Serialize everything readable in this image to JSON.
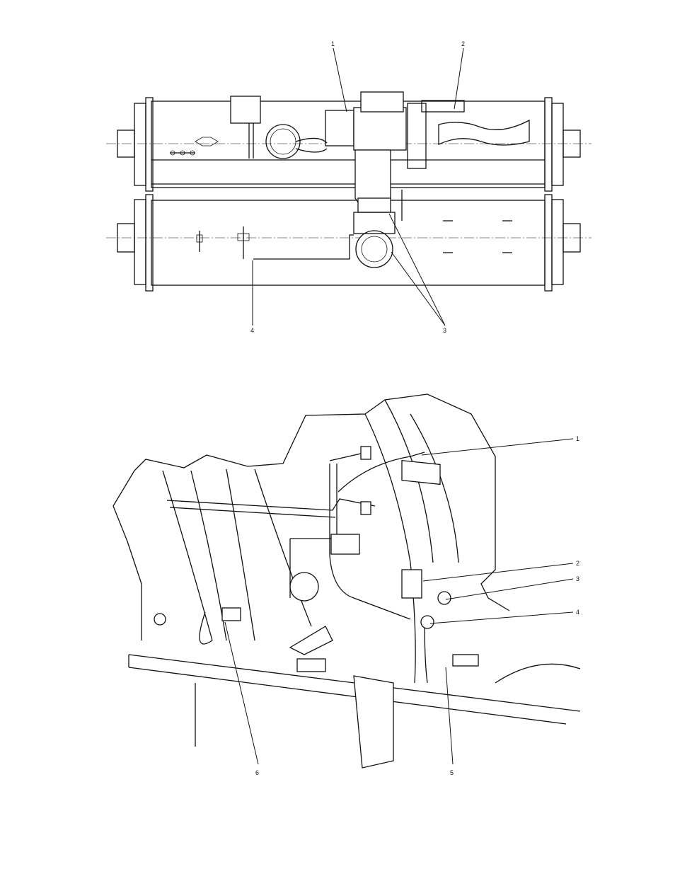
{
  "figure_top": {
    "callouts": [
      "1",
      "2",
      "3",
      "4"
    ]
  },
  "figure_bottom": {
    "callouts": [
      "1",
      "2",
      "3",
      "4",
      "5",
      "6"
    ]
  }
}
